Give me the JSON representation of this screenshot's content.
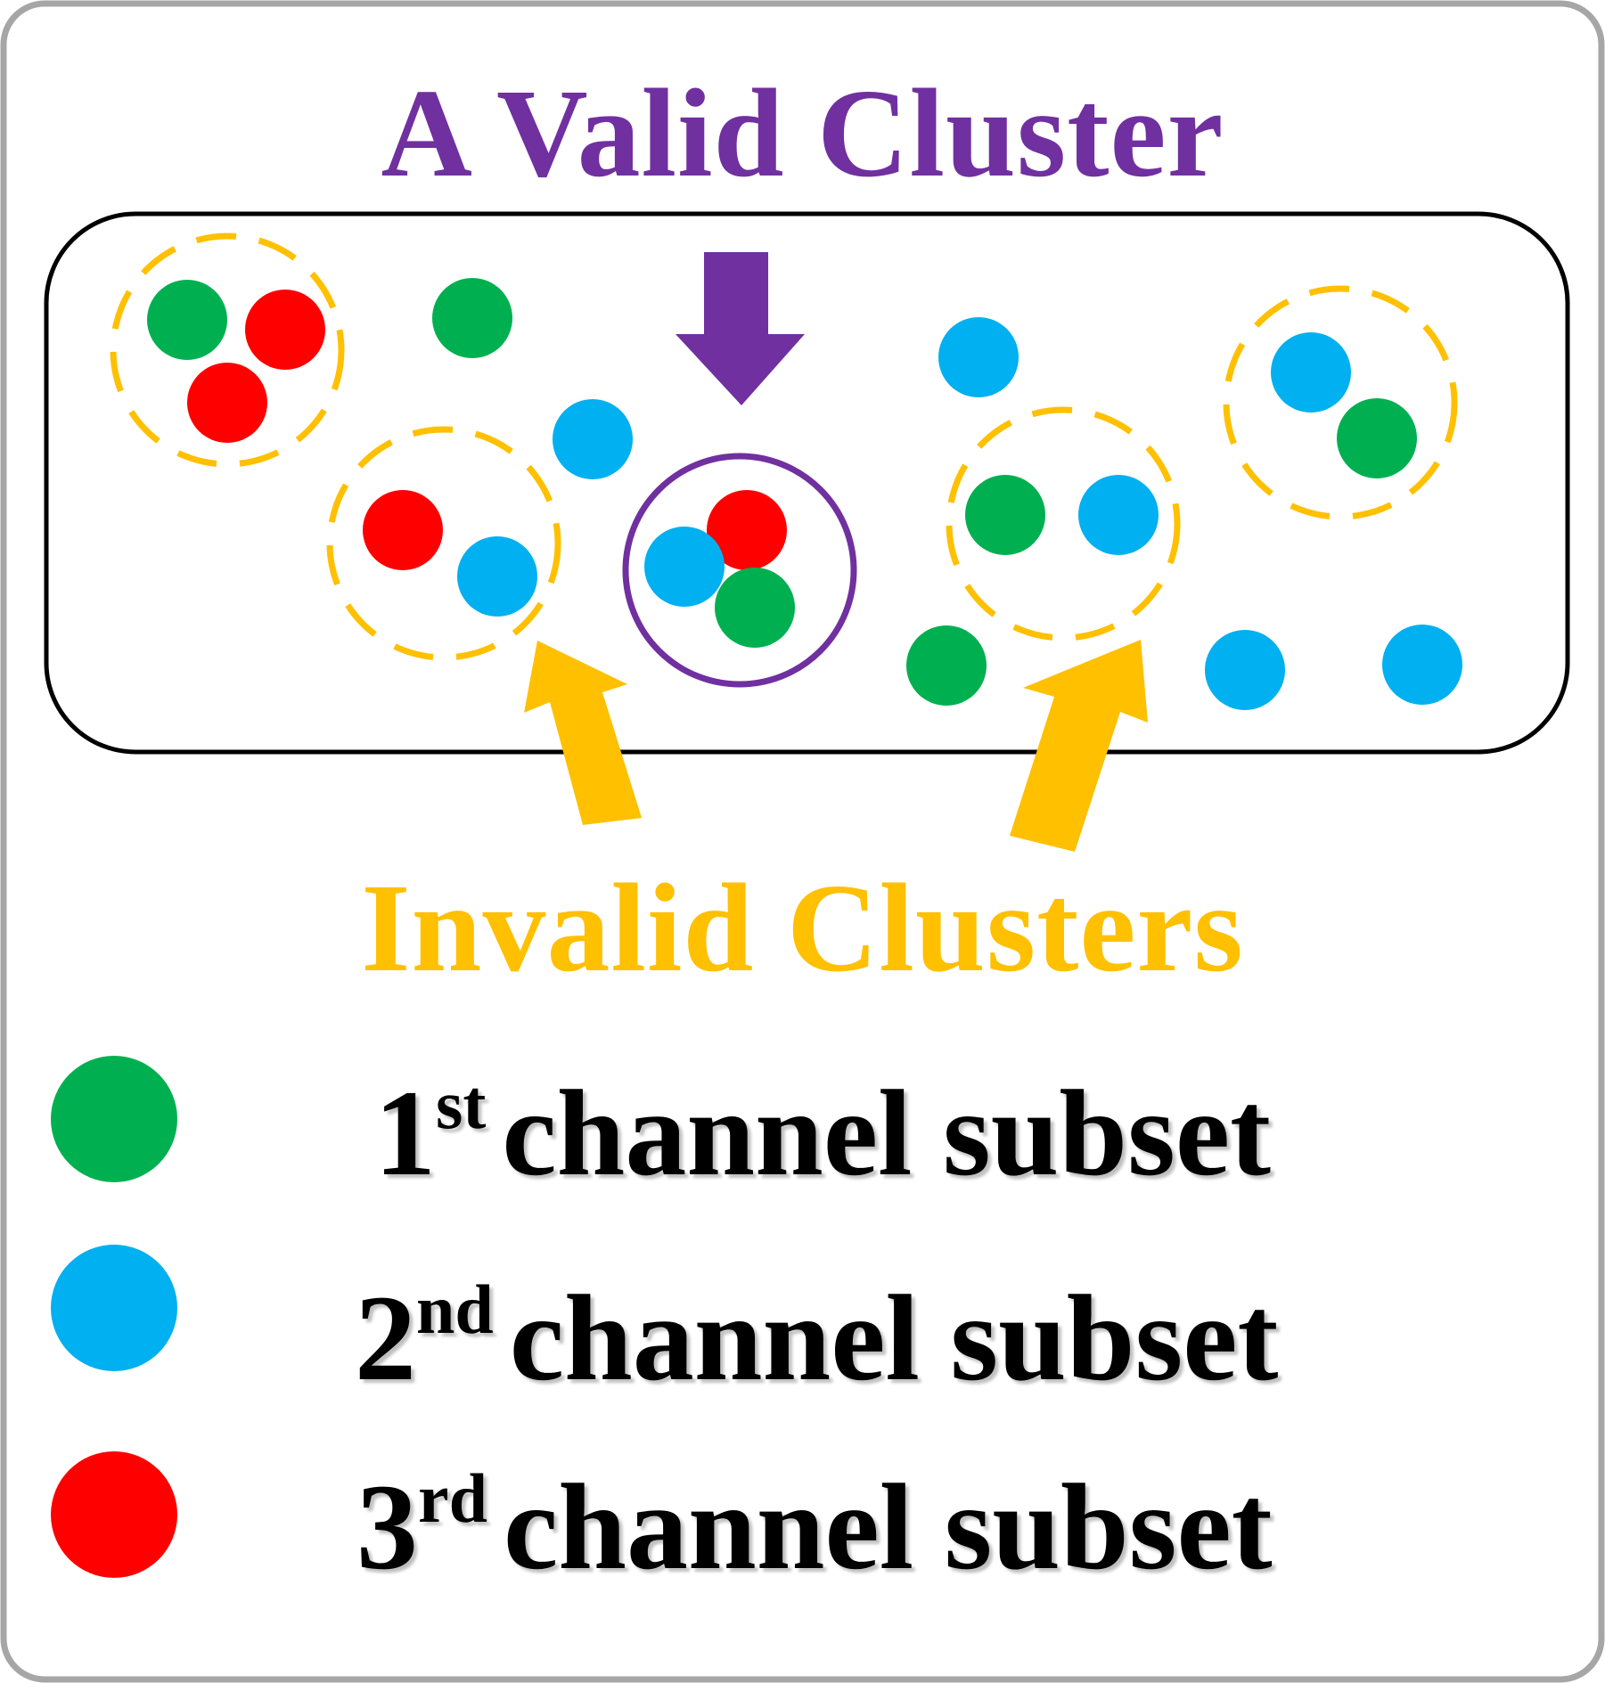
{
  "title_valid": "A Valid Cluster",
  "title_invalid": "Invalid Clusters",
  "colors": {
    "green": "#00B050",
    "blue": "#00B0F0",
    "red": "#FF0000",
    "purple": "#7030A0",
    "gold": "#FFC000"
  },
  "legend": [
    {
      "number": "1",
      "suffix": "st",
      "text": "channel subset",
      "color": "green"
    },
    {
      "number": "2",
      "suffix": "nd",
      "text": "channel subset",
      "color": "blue"
    },
    {
      "number": "3",
      "suffix": "rd",
      "text": "channel subset",
      "color": "red"
    }
  ]
}
